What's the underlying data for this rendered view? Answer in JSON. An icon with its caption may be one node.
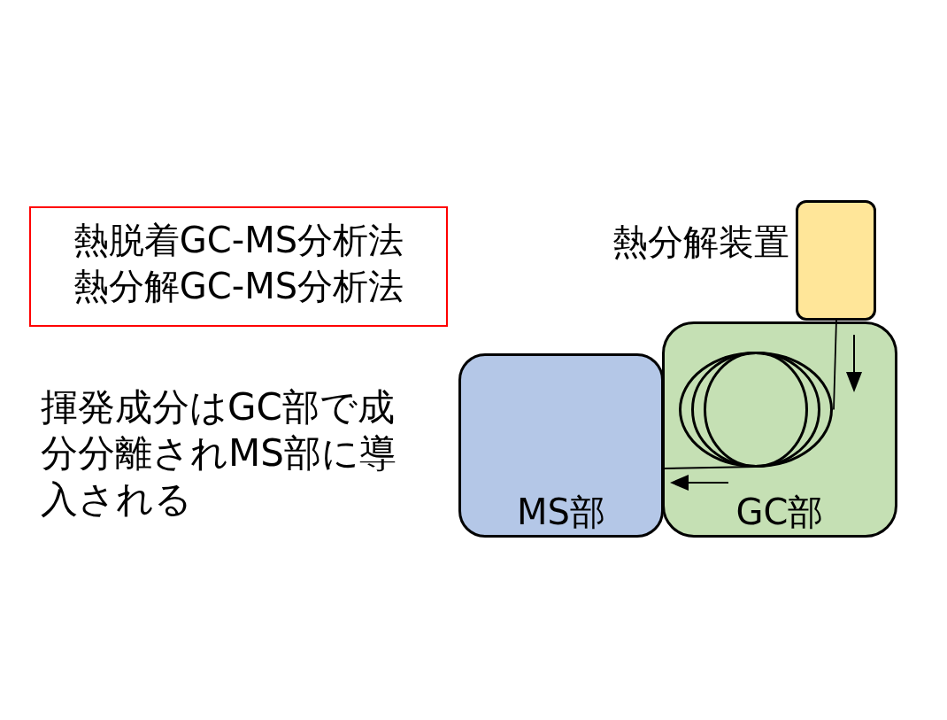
{
  "diagram": {
    "nodes": [
      {
        "text": [
          "熱脱着GC-MS分析法",
          "熱分解GC-MS分析法"
        ]
      },
      {
        "text": [],
        "shape": "box",
        "beside": [
          "熱分解装置"
        ]
      },
      {
        "text": [
          "GC部"
        ]
      },
      {
        "text": [],
        "shape": "coil",
        "in": 2
      },
      {
        "text": [
          "MS部"
        ]
      }
    ],
    "edges": [
      {
        "from": 1,
        "to": 3,
        "arrow": "none"
      },
      {
        "from": 3,
        "to": 4,
        "arrow": "none"
      }
    ],
    "labels": [
      "揮発成分はGC部で成分分離されMS部に導入される"
    ]
  }
}
